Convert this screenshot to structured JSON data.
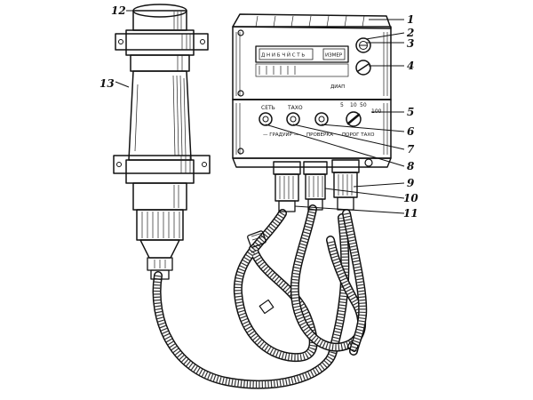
{
  "callouts": [
    "1",
    "2",
    "3",
    "4",
    "5",
    "6",
    "7",
    "8",
    "9",
    "10",
    "11",
    "12",
    "13"
  ],
  "panel_labels": {
    "display_left": "Д Н И Б Ч Й С Т Ь",
    "display_right": "ИЗМЕР",
    "range_label": "ДИАП",
    "network": "СЕТЬ",
    "tacho": "ТАХО",
    "scale_marks": [
      "5",
      "10",
      "50",
      "100"
    ],
    "graduation": "— ГРАДУИР —",
    "check": "ПРОВЕРКА",
    "threshold": "ПОРОГ ТАХО"
  }
}
